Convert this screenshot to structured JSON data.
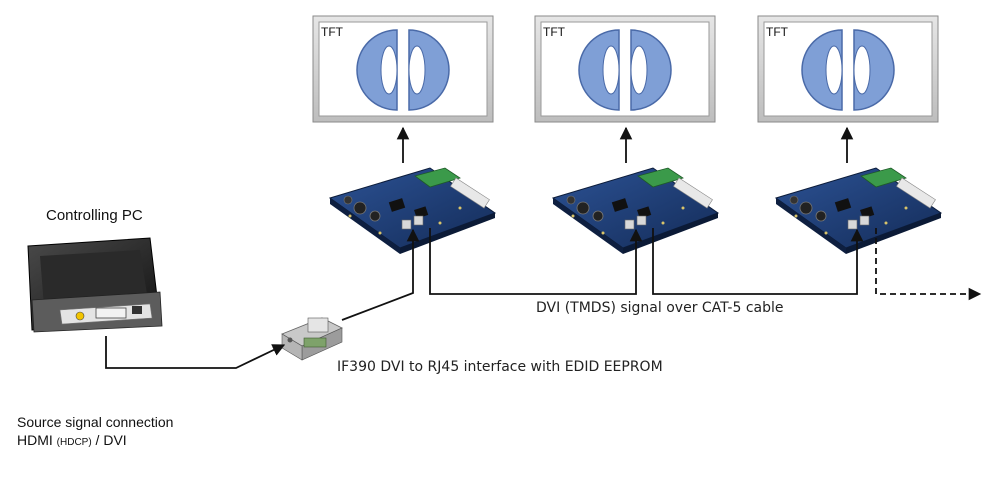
{
  "tft_label": "TFT",
  "controlling_pc_label": "Controlling PC",
  "dvi_signal_label": "DVI (TMDS) signal over CAT-5 cable",
  "interface_label": "IF390 DVI to RJ45 interface with EDID EEPROM",
  "source": {
    "line1": "Source signal connection",
    "line2_a": "HDMI ",
    "line2_small": "(HDCP)",
    "line2_b": " / DVI"
  },
  "colors": {
    "logo_blue": "#7f9fd6",
    "board_blue": "#1f3f7a",
    "line": "#111111"
  }
}
